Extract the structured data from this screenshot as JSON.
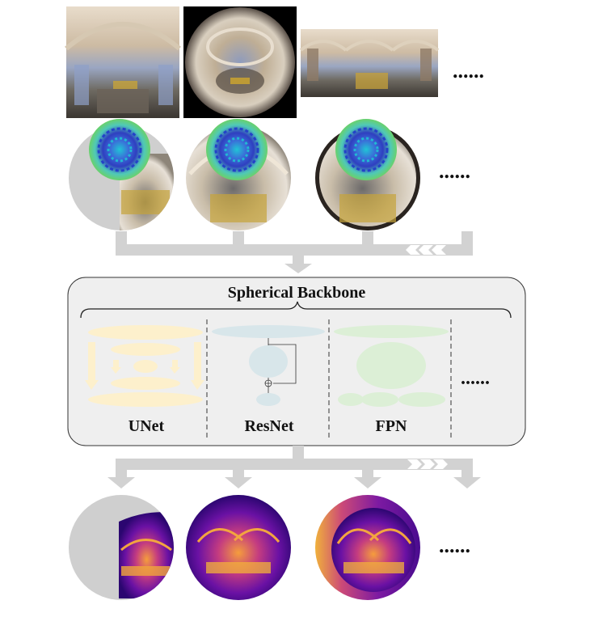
{
  "inputs": {
    "row1_ellipsis": "......",
    "row2_ellipsis": "......",
    "image_kinds": [
      "perspective-photo",
      "fisheye-photo",
      "equirectangular-panorama"
    ]
  },
  "backbone": {
    "title": "Spherical Backbone",
    "models": [
      {
        "name": "UNet",
        "color": "#fdf0cc"
      },
      {
        "name": "ResNet",
        "color": "#d8e6ea"
      },
      {
        "name": "FPN",
        "color": "#dcefd6"
      }
    ],
    "ellipsis": "......"
  },
  "outputs": {
    "ellipsis": "......"
  },
  "colors": {
    "arrow": "#d2d2d2",
    "panel": "#efefef",
    "panel_border": "#333333"
  }
}
